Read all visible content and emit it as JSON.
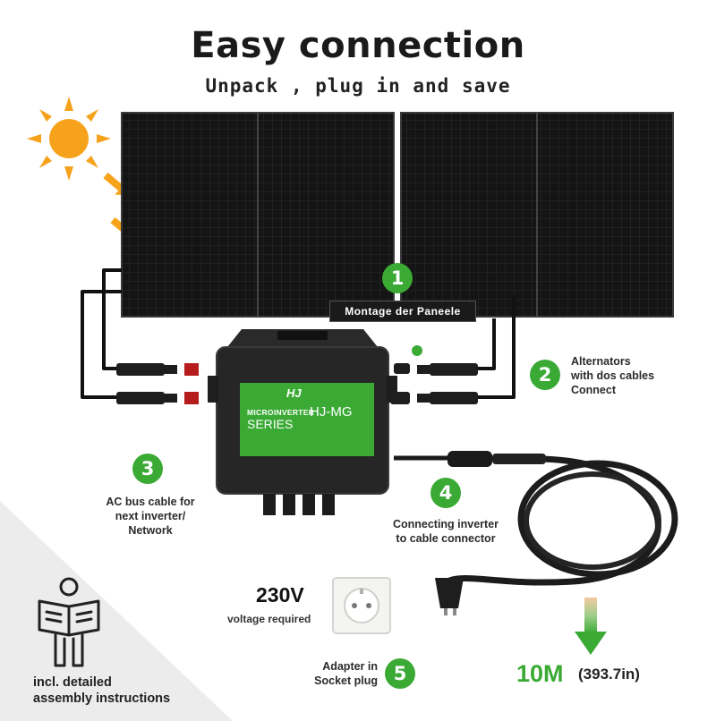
{
  "header": {
    "title": "Easy connection",
    "subtitle": "Unpack , plug in and save"
  },
  "steps": [
    {
      "number": "1",
      "label": "Montage der Paneele"
    },
    {
      "number": "2",
      "label_lines": [
        "Alternators",
        "with dos cables",
        "Connect"
      ]
    },
    {
      "number": "3",
      "label_lines": [
        "AC bus cable for",
        "next inverter/",
        "Network"
      ]
    },
    {
      "number": "4",
      "label_lines": [
        "Connecting inverter",
        "to cable connector"
      ]
    },
    {
      "number": "5",
      "label_lines": [
        "Adapter in",
        "Socket plug"
      ]
    }
  ],
  "inverter": {
    "logo": "HJ",
    "line1": "MICROINVERTER",
    "line2": "SERIES",
    "model": "HJ-MG"
  },
  "socket": {
    "voltage": "230V",
    "caption": "voltage required"
  },
  "cable": {
    "length": "10M",
    "imperial": "(393.7in)"
  },
  "manual": {
    "caption_lines": [
      "incl. detailed",
      "assembly instructions"
    ],
    "icon": "reading-manual-person-icon"
  },
  "colors": {
    "accent_green": "#3aaa35",
    "panel_dark": "#141414",
    "sun_orange": "#f6a21b",
    "corner_gray": "#ededed"
  },
  "icons": [
    "sun-icon",
    "sunlight-arrow-icon",
    "solar-panel-icon",
    "microinverter-icon",
    "mc4-connector-icon",
    "wall-socket-icon",
    "schuko-plug-icon",
    "down-arrow-icon"
  ]
}
